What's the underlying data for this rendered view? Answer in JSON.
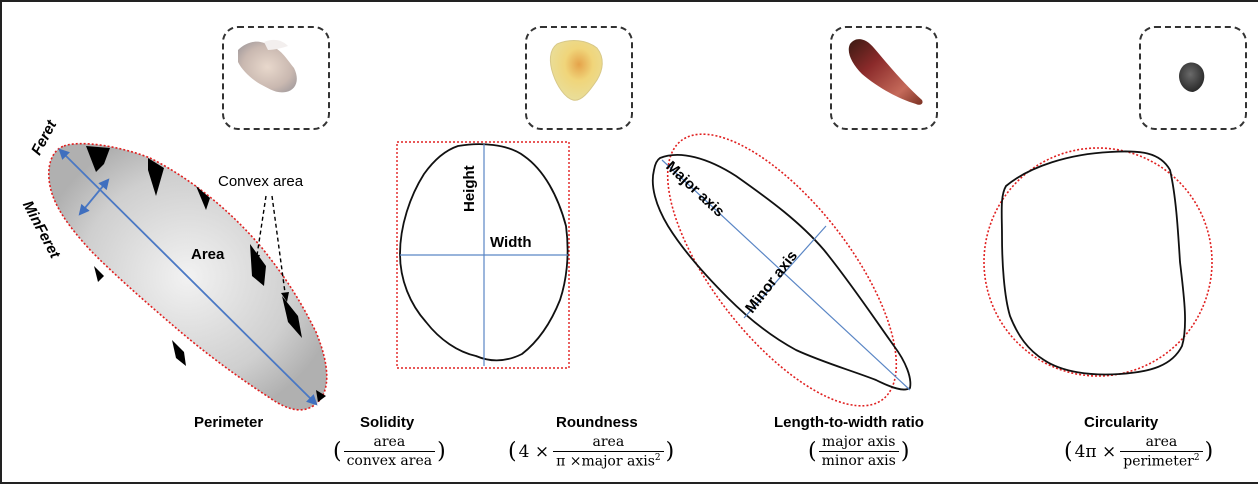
{
  "labels": {
    "feret": "Feret",
    "minferet": "MinFeret",
    "convex_area": "Convex area",
    "area": "Area",
    "perimeter": "Perimeter",
    "height": "Height",
    "width": "Width",
    "major_axis": "Major axis",
    "minor_axis": "Minor axis"
  },
  "metrics": {
    "solidity": {
      "title": "Solidity",
      "numerator": "area",
      "denominator": "convex area"
    },
    "roundness": {
      "title": "Roundness",
      "prefix": "4 ×",
      "numerator": "area",
      "denominator_base": "π ×major axis",
      "denominator_exp": "2"
    },
    "length_to_width": {
      "title": "Length-to-width ratio",
      "numerator": "major axis",
      "denominator": "minor axis"
    },
    "circularity": {
      "title": "Circularity",
      "prefix": "4π ×",
      "numerator": "area",
      "denominator_base": "perimeter",
      "denominator_exp": "2"
    }
  },
  "colors": {
    "axis_line": "#5a86c5",
    "convex_hull": "#e02020",
    "outline": "#111111",
    "grain_fill": "#d0d0d0"
  },
  "thumbnails": [
    {
      "icon": "white-seed-photo-icon"
    },
    {
      "icon": "yellow-seed-photo-icon"
    },
    {
      "icon": "red-seed-photo-icon"
    },
    {
      "icon": "dark-seed-photo-icon"
    }
  ]
}
